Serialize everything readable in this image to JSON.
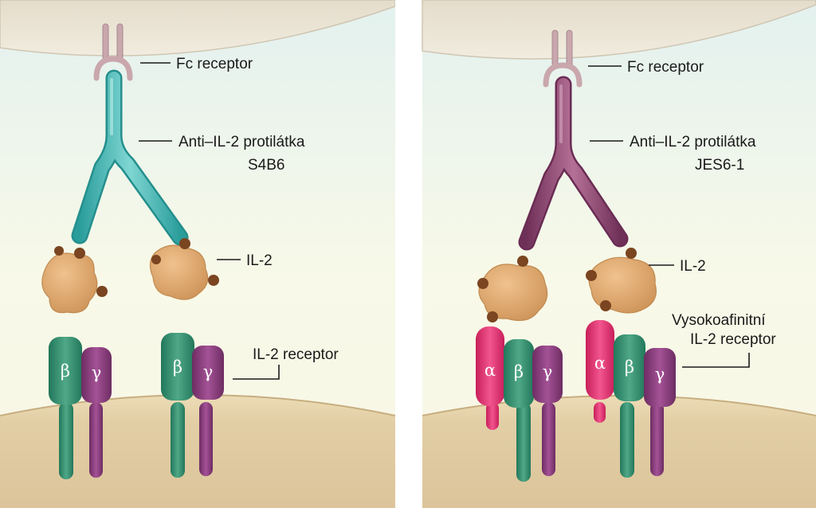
{
  "left_panel": {
    "fc_receptor": "Fc receptor",
    "antibody_line1": "Anti–IL-2 protilátka",
    "antibody_line2": "S4B6",
    "il2": "IL-2",
    "receptor": "IL-2 receptor",
    "beta": "β",
    "gamma": "γ"
  },
  "right_panel": {
    "fc_receptor": "Fc receptor",
    "antibody_line1": "Anti–IL-2 protilátka",
    "antibody_line2": "JES6-1",
    "il2": "IL-2",
    "receptor_line1": "Vysokoafinitní",
    "receptor_line2": "IL-2 receptor",
    "alpha": "α",
    "beta": "β",
    "gamma": "γ"
  },
  "colors": {
    "background_top": "#e6f2ef",
    "background_mid": "#f9f9e6",
    "cell_top": "#ede5d2",
    "cell_bottom": "#dcc69c",
    "antibody_left": "#3fb6b4",
    "antibody_right": "#8c4872",
    "fc_receptor": "#c9a7ad",
    "il2": "#d9a469",
    "il2_dots": "#7a4520",
    "alpha_chain": "#e0306e",
    "beta_chain": "#2e8a6b",
    "gamma_chain": "#8a3a7a"
  }
}
